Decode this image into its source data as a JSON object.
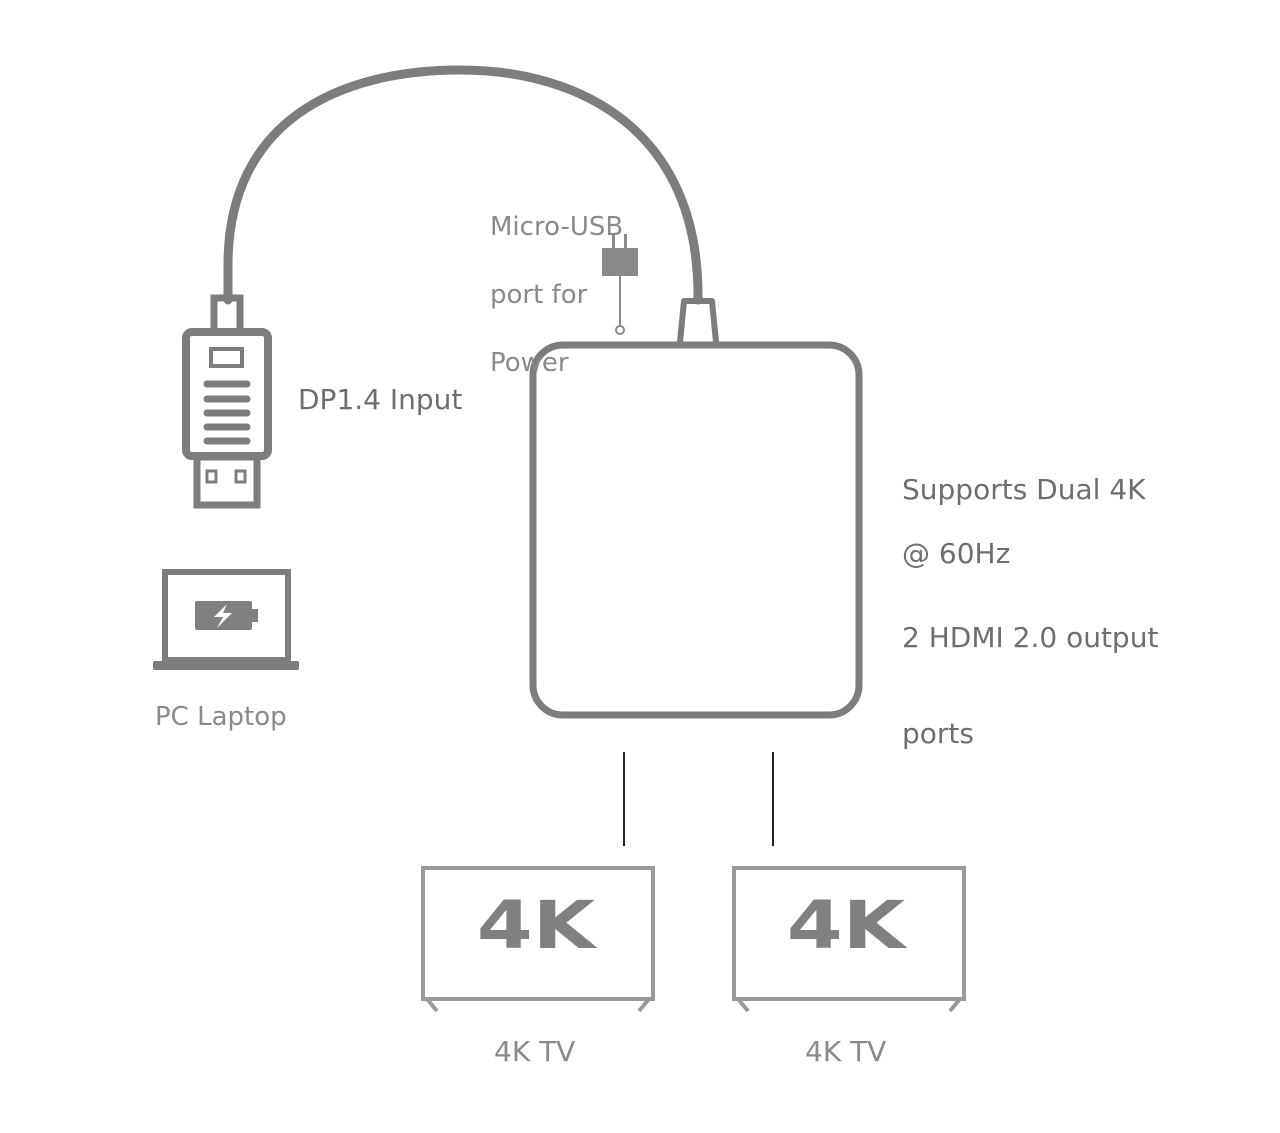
{
  "labels": {
    "micro_usb_line1": "Micro-USB",
    "micro_usb_line2": "port for",
    "micro_usb_line3": "Power",
    "dp_input": "DP1.4 Input",
    "pc_laptop": "PC Laptop",
    "supports_line1": "Supports Dual 4K",
    "supports_line2": "@ 60Hz",
    "hdmi_line1": "2 HDMI 2.0 output",
    "hdmi_line2": "ports",
    "tv1_screen": "4K",
    "tv2_screen": "4K",
    "tv1_caption": "4K TV",
    "tv2_caption": "4K TV"
  },
  "colors": {
    "stroke": "#7d7d7d",
    "light_stroke": "#9a9a9a",
    "connector_line": "#222222",
    "fill_gray": "#808080"
  },
  "icons": {
    "dp_plug": "displayport-plug-icon",
    "power_plug": "power-plug-icon",
    "laptop": "laptop-battery-icon",
    "tv": "tv-icon"
  }
}
